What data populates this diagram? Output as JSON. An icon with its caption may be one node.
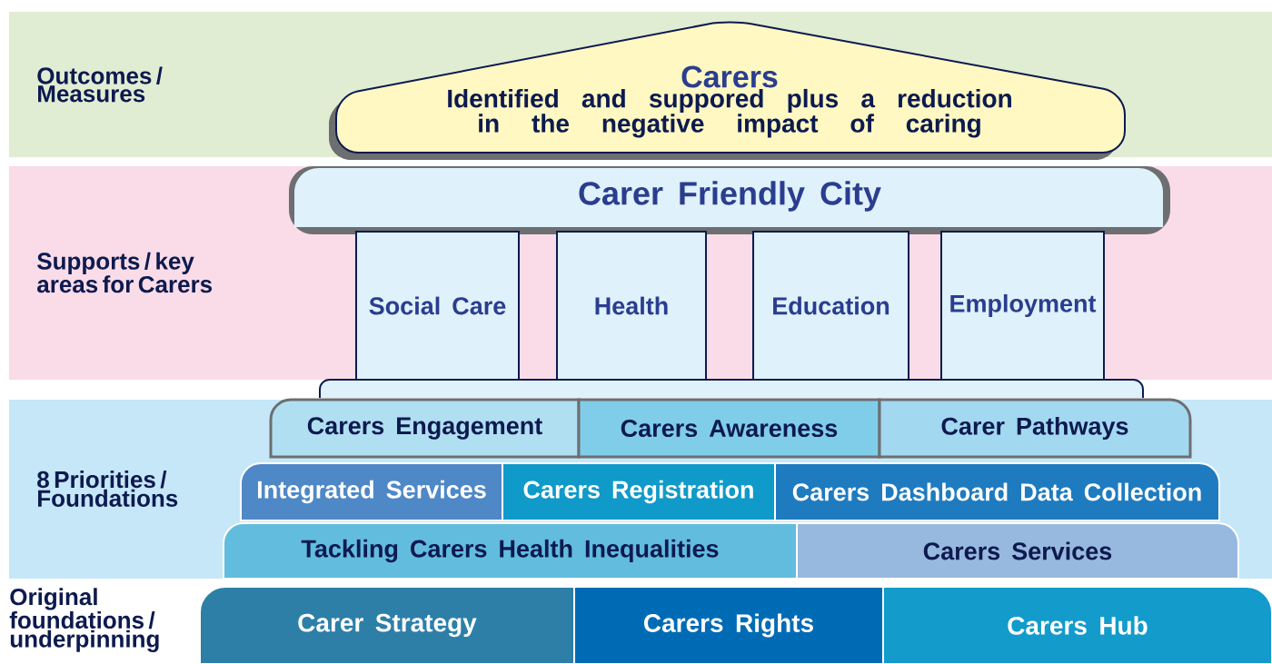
{
  "diagram": {
    "nodes": [
      {
        "text": [
          "Outcomes / Measures"
        ]
      },
      {
        "text": [
          "Carers",
          "Identified and suppored plus a reduction in the negative impact of caring"
        ],
        "in": 0
      },
      {
        "text": [
          "Supports / key areas for Carers"
        ]
      },
      {
        "text": [
          "Carer Friendly City"
        ],
        "in": 2
      },
      {
        "text": [
          "Social Care"
        ],
        "in": 2
      },
      {
        "text": [
          "Health"
        ],
        "in": 2
      },
      {
        "text": [
          "Education"
        ],
        "in": 2
      },
      {
        "text": [
          "Employment"
        ],
        "in": 2
      },
      {
        "text": [],
        "shape": "bar"
      },
      {
        "text": [
          "8 Priorities / Foundations"
        ]
      },
      {
        "text": [
          "Carers Engagement"
        ],
        "in": 9
      },
      {
        "text": [
          "Carers Awareness"
        ],
        "in": 9
      },
      {
        "text": [
          "Carer Pathways"
        ],
        "in": 9
      },
      {
        "text": [
          "Integrated Services"
        ],
        "in": 9
      },
      {
        "text": [
          "Carers Registration"
        ],
        "in": 9
      },
      {
        "text": [
          "Carers Dashboard Data Collection"
        ],
        "in": 9
      },
      {
        "text": [
          "Tackling Carers Health Inequalities"
        ],
        "in": 9
      },
      {
        "text": [
          "Carers Services"
        ],
        "in": 9
      },
      {
        "text": [
          "Carer Strategy"
        ]
      },
      {
        "text": [
          "Carers Rights"
        ]
      },
      {
        "text": [
          "Carers Hub"
        ]
      }
    ],
    "labels": [
      "Original foundations / underpinning"
    ]
  }
}
